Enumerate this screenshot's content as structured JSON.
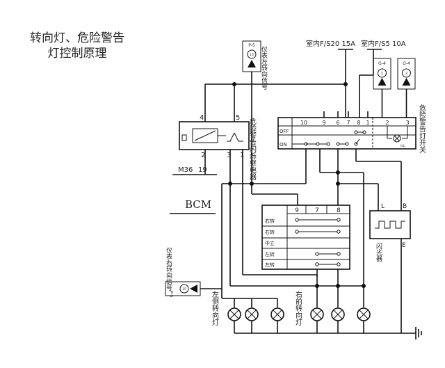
{
  "title": {
    "line1": "转向灯、危险警告",
    "line2": "灯控制原理"
  },
  "connectors": {
    "p5_top": {
      "id": "P-5",
      "pin": "13",
      "label": "仪表左转向信号"
    },
    "p5_left": {
      "id": "P-5",
      "pin": "15",
      "label": "仪表右转向信号"
    },
    "g4_1": {
      "id": "G-4",
      "pin": "1"
    },
    "g4_2": {
      "id": "G-4",
      "pin": "2"
    }
  },
  "fuses": {
    "f1": "室内F/S20 15A",
    "f2": "室内F/S5 10A"
  },
  "relay": {
    "label": "危险警告闪烁继电器",
    "pins": [
      "4",
      "5",
      "2",
      "3",
      "1"
    ]
  },
  "bcm": {
    "name": "BCM",
    "connector": "M36",
    "pin": "19"
  },
  "switch": {
    "label": "危险警告灯开关",
    "pins": [
      "10",
      "9",
      "6",
      "7",
      "8",
      "1",
      "2",
      "3"
    ],
    "states": [
      "OFF",
      "ON"
    ],
    "lamp": "ILL"
  },
  "turn_switch": {
    "columns": [
      "9",
      "7",
      "8"
    ],
    "rows": [
      "右转",
      "右转",
      "中立",
      "左转",
      "左转"
    ]
  },
  "flasher": {
    "label": "闪光器",
    "pins": [
      "L",
      "B",
      "E"
    ]
  },
  "lamps": {
    "left_group": "左侧转向灯",
    "right_group": "右前转向灯"
  }
}
